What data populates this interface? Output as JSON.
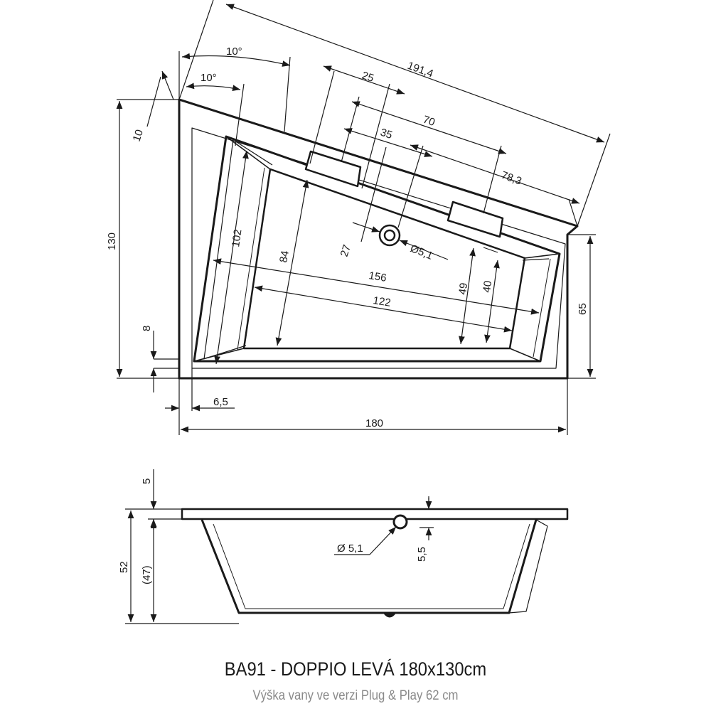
{
  "title": "BA91 - DOPPIO LEVÁ 180x130cm",
  "subtitle": "Výška vany ve verzi Plug & Play 62 cm",
  "plan_dimensions": {
    "angle_outer": "10°",
    "angle_inner": "10°",
    "rim_10": "10",
    "diagonal_total": "191,4",
    "dist_25": "25",
    "dist_70": "70",
    "dist_35": "35",
    "dist_78_3": "78,3",
    "height_130": "130",
    "inner_102": "102",
    "inner_84": "84",
    "drain_27": "27",
    "drain_diameter": "Ø5,1",
    "length_156": "156",
    "length_122": "122",
    "depth_49": "49",
    "depth_40": "40",
    "side_65": "65",
    "rim_8": "8",
    "offset_6_5": "6,5",
    "width_180": "180"
  },
  "section_dimensions": {
    "rim_5": "5",
    "height_52": "52",
    "depth_47": "(47)",
    "drain_diameter": "Ø 5,1",
    "drain_5_5": "5,5"
  }
}
